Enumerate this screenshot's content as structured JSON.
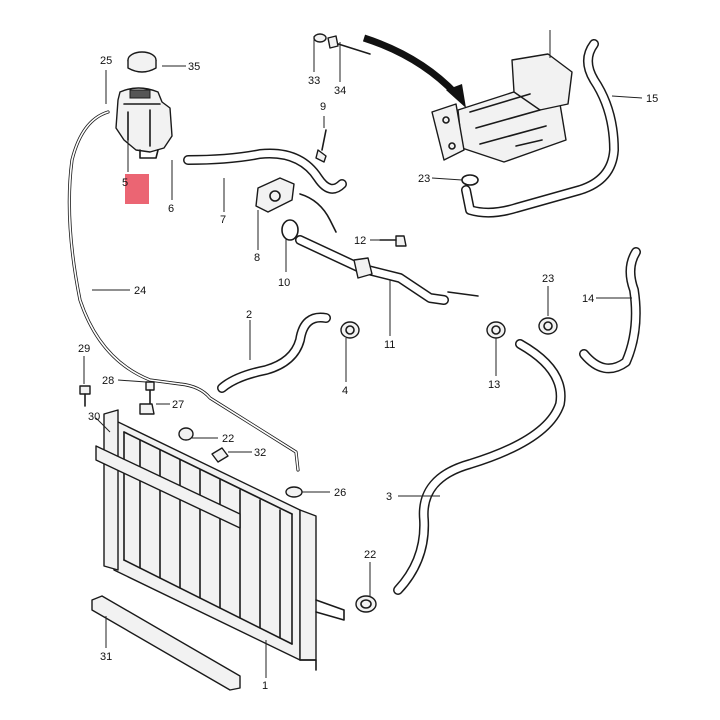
{
  "diagram": {
    "highlight_color": "#e84a5a",
    "line_color": "#1a1a1a",
    "callouts": [
      {
        "id": "c1",
        "label": "1"
      },
      {
        "id": "c2",
        "label": "2"
      },
      {
        "id": "c3",
        "label": "3"
      },
      {
        "id": "c4",
        "label": "4"
      },
      {
        "id": "c5",
        "label": "5"
      },
      {
        "id": "c6",
        "label": "6"
      },
      {
        "id": "c7",
        "label": "7"
      },
      {
        "id": "c8",
        "label": "8"
      },
      {
        "id": "c9",
        "label": "9"
      },
      {
        "id": "c10",
        "label": "10"
      },
      {
        "id": "c11",
        "label": "11"
      },
      {
        "id": "c12",
        "label": "12"
      },
      {
        "id": "c13",
        "label": "13"
      },
      {
        "id": "c14",
        "label": "14"
      },
      {
        "id": "c15",
        "label": "15"
      },
      {
        "id": "c22a",
        "label": "22"
      },
      {
        "id": "c22b",
        "label": "22"
      },
      {
        "id": "c23a",
        "label": "23"
      },
      {
        "id": "c23b",
        "label": "23"
      },
      {
        "id": "c24",
        "label": "24"
      },
      {
        "id": "c25",
        "label": "25"
      },
      {
        "id": "c26",
        "label": "26"
      },
      {
        "id": "c27",
        "label": "27"
      },
      {
        "id": "c28",
        "label": "28"
      },
      {
        "id": "c29",
        "label": "29"
      },
      {
        "id": "c30",
        "label": "30"
      },
      {
        "id": "c31",
        "label": "31"
      },
      {
        "id": "c32",
        "label": "32"
      },
      {
        "id": "c33",
        "label": "33"
      },
      {
        "id": "c34",
        "label": "34"
      },
      {
        "id": "c35",
        "label": "35"
      }
    ]
  }
}
